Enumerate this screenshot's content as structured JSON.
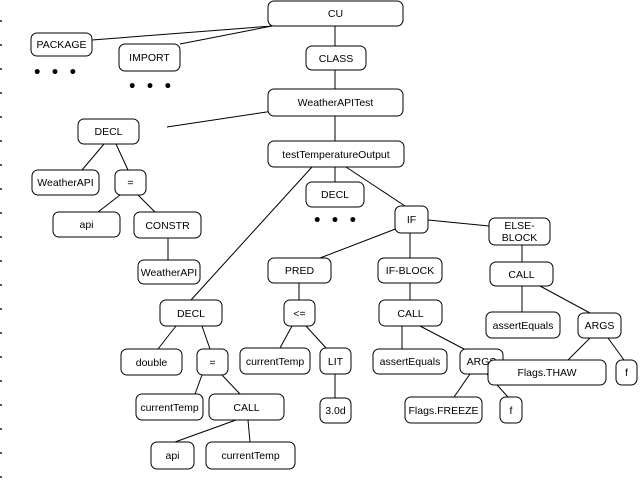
{
  "diagram": {
    "nodes": {
      "cu": "CU",
      "package": "PACKAGE",
      "import": "IMPORT",
      "class": "CLASS",
      "weatherapitest": "WeatherAPITest",
      "decl1": "DECL",
      "testtemperatureoutput": "testTemperatureOutput",
      "weatherapi1": "WeatherAPI",
      "eq1": "=",
      "api1": "api",
      "constr": "CONSTR",
      "weatherapi2": "WeatherAPI",
      "decl2": "DECL",
      "if": "IF",
      "elseblock_line1": "ELSE-",
      "elseblock_line2": "BLOCK",
      "pred": "PRED",
      "ifblock": "IF-BLOCK",
      "call1": "CALL",
      "decl3": "DECL",
      "le": "<=",
      "call2": "CALL",
      "asserteq1": "assertEquals",
      "args1": "ARGS",
      "double": "double",
      "eq2": "=",
      "currenttemp1": "currentTemp",
      "lit": "LIT",
      "asserteq2": "assertEquals",
      "args2": "ARGS",
      "currenttemp2": "currentTemp",
      "call3": "CALL",
      "val30d": "3.0d",
      "flagsfreeze": "Flags.FREEZE",
      "f1": "f",
      "flagsthaw": "Flags.THAW",
      "f2": "f",
      "api2": "api",
      "currenttemp3": "currentTemp"
    },
    "ellipsis": "• • •"
  }
}
